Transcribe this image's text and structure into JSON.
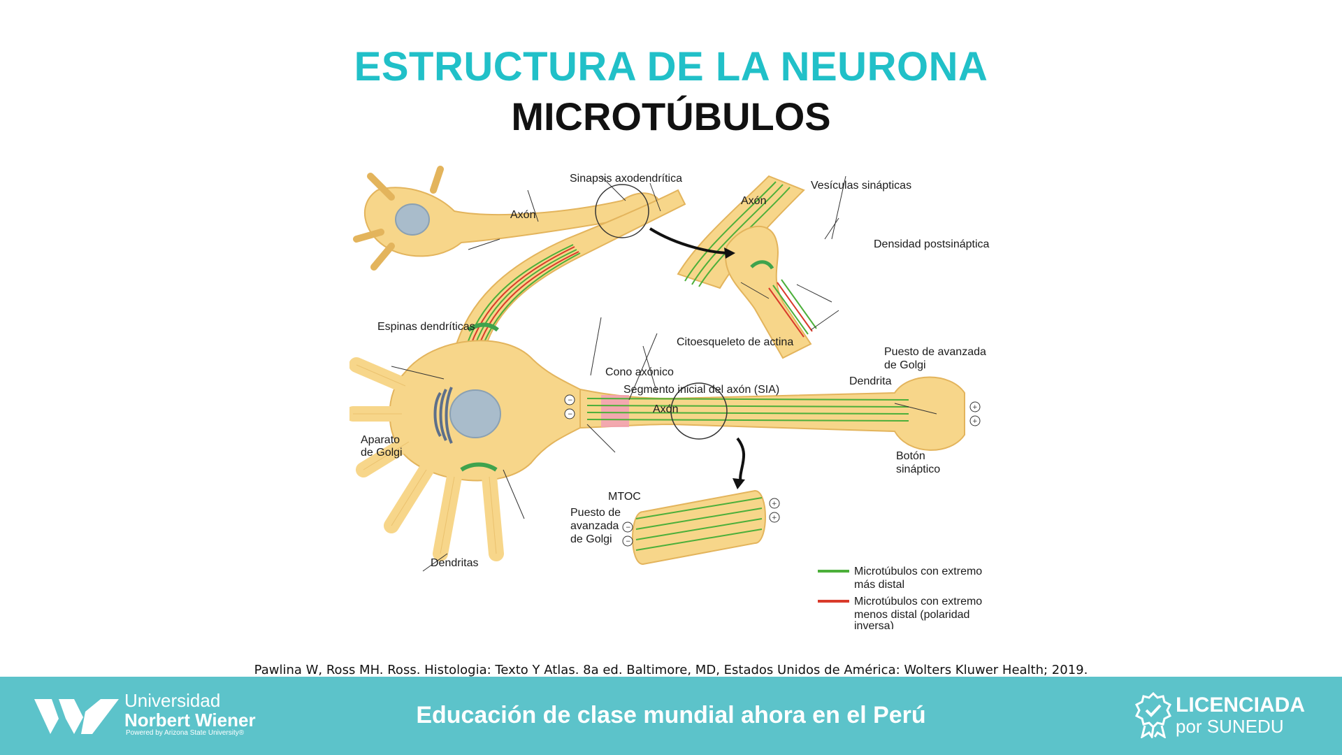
{
  "slide": {
    "title": "ESTRUCTURA DE LA NEURONA",
    "subtitle": "MICROTÚBULOS",
    "citation": "Pawlina W, Ross MH. Ross. Histologia: Texto Y Atlas. 8a ed. Baltimore, MD, Estados Unidos de América: Wolters Kluwer Health; 2019."
  },
  "diagram": {
    "labels": {
      "sinapsis": "Sinapsis axodendrítica",
      "axon_top": "Axón",
      "axon_inset": "Axón",
      "vesiculas": "Vesículas sinápticas",
      "densidad": "Densidad postsináptica",
      "espinas": "Espinas dendríticas",
      "citoesqueleto": "Citoesqueleto de actina",
      "puesto_inset_1": "Puesto de avanzada",
      "puesto_inset_2": "de Golgi",
      "dendrita": "Dendrita",
      "cono": "Cono axónico",
      "segmento": "Segmento inicial del axón (SIA)",
      "axon_main": "Axón",
      "aparato_1": "Aparato",
      "aparato_2": "de Golgi",
      "boton_1": "Botón",
      "boton_2": "sináptico",
      "mtoc": "MTOC",
      "puesto_1": "Puesto de",
      "puesto_2": "avanzada",
      "puesto_3": "de Golgi",
      "dendritas": "Dendritas"
    },
    "legend": [
      {
        "line1": "Microtúbulos con extremo",
        "line2": "más distal",
        "line3": "",
        "color": "#4caf3a"
      },
      {
        "line1": "Microtúbulos con extremo",
        "line2": "menos distal (polaridad",
        "line3": "inversa)",
        "color": "#d93a2b"
      }
    ],
    "colors": {
      "cell": "#f7d68a",
      "cell_edge": "#e3b45c",
      "nucleus": "#a9bccb",
      "golgi": "#3fa34d",
      "ais": "#f2a0b5",
      "plus_green": "#4caf3a",
      "minus_red": "#d93a2b"
    }
  },
  "footer": {
    "uni_line1": "Universidad",
    "uni_line2": "Norbert Wiener",
    "powered": "Powered by Arizona State University®",
    "slogan": "Educación de clase mundial ahora en el Perú",
    "lic_line1": "LICENCIADA",
    "lic_line2": "por SUNEDU",
    "bg_color": "#5cc3ca"
  }
}
